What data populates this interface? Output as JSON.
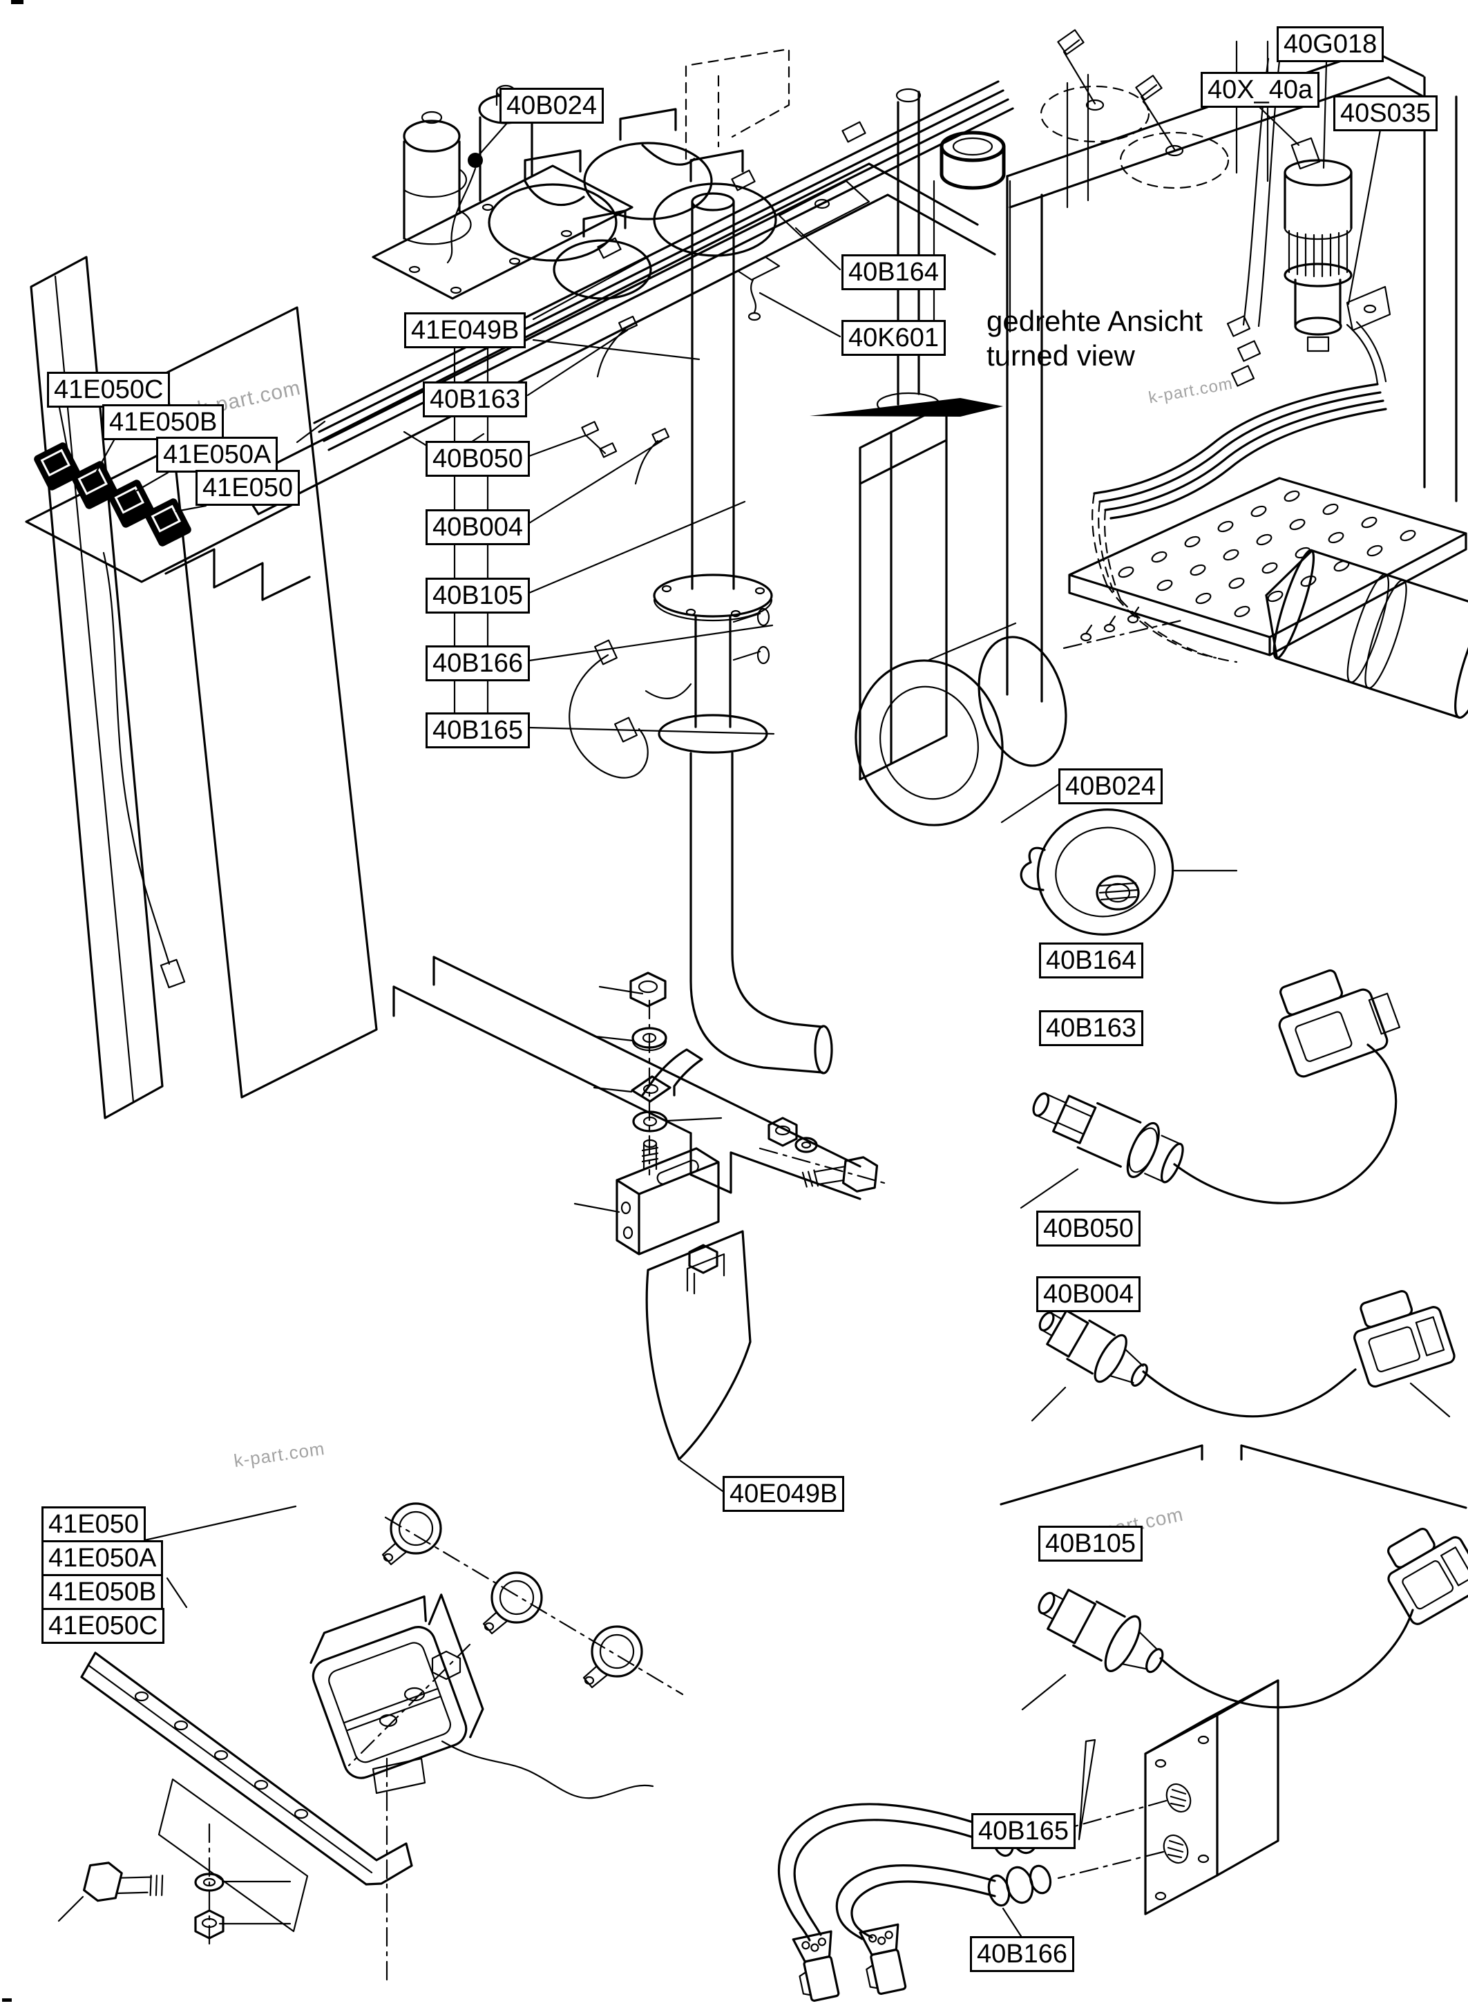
{
  "page": {
    "background_color": "#ffffff",
    "line_color": "#000000",
    "watermark_color": "#a3a3a3"
  },
  "annotations": {
    "rotated_view_line1": "gedrehte Ansicht",
    "rotated_view_line2": "turned view",
    "watermark": "k-part.com"
  },
  "labels": {
    "b024_top": "40B024",
    "e049b_top": "41E049B",
    "e050c_top": "41E050C",
    "e050b_top": "41E050B",
    "e050a_top": "41E050A",
    "e050_top": "41E050",
    "b163_col": "40B163",
    "b050_col": "40B050",
    "b004_col": "40B004",
    "b105_col": "40B105",
    "b166_col": "40B166",
    "b165_col": "40B165",
    "b164_main": "40B164",
    "k601": "40K601",
    "g018": "40G018",
    "x40a": "40X_40a",
    "s035": "40S035",
    "b024_part": "40B024",
    "b164_part": "40B164",
    "b163_part": "40B163",
    "b050_part": "40B050",
    "b004_part": "40B004",
    "b105_part": "40B105",
    "b165_part": "40B165",
    "b166_part": "40B166",
    "e049b_part": "40E049B",
    "e050_bl": "41E050",
    "e050a_bl": "41E050A",
    "e050b_bl": "41E050B",
    "e050c_bl": "41E050C"
  }
}
